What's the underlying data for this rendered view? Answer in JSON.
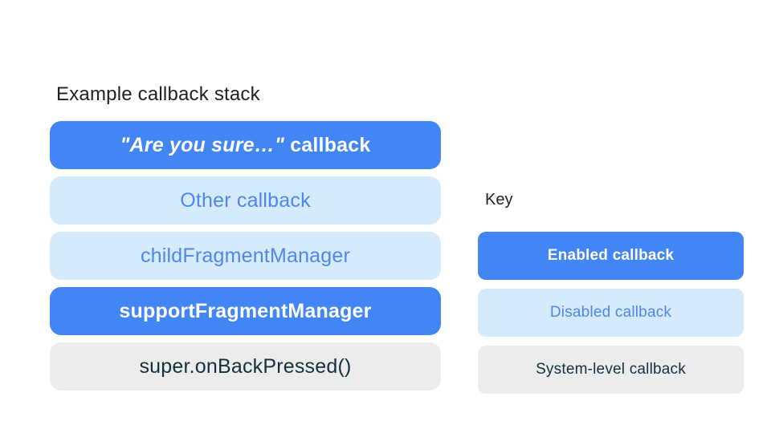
{
  "stack": {
    "title": "Example callback stack",
    "items": [
      {
        "type": "enabled",
        "label_italic": "\"Are you sure…\"",
        "label_rest": " callback"
      },
      {
        "type": "disabled",
        "label": "Other callback"
      },
      {
        "type": "disabled",
        "label": "childFragmentManager"
      },
      {
        "type": "enabled",
        "label": "supportFragmentManager"
      },
      {
        "type": "system",
        "label": "super.onBackPressed()"
      }
    ]
  },
  "key": {
    "title": "Key",
    "items": [
      {
        "type": "enabled",
        "label": "Enabled callback"
      },
      {
        "type": "disabled",
        "label": "Disabled callback"
      },
      {
        "type": "system",
        "label": "System-level callback"
      }
    ]
  },
  "colors": {
    "enabled_bg": "#4285f4",
    "enabled_text": "#ffffff",
    "disabled_bg": "#d5eafa",
    "disabled_text": "#4d87ee",
    "system_bg": "#ececec",
    "system_text": "#12303e",
    "title_text": "#1f2023",
    "page_bg": "#ffffff"
  }
}
